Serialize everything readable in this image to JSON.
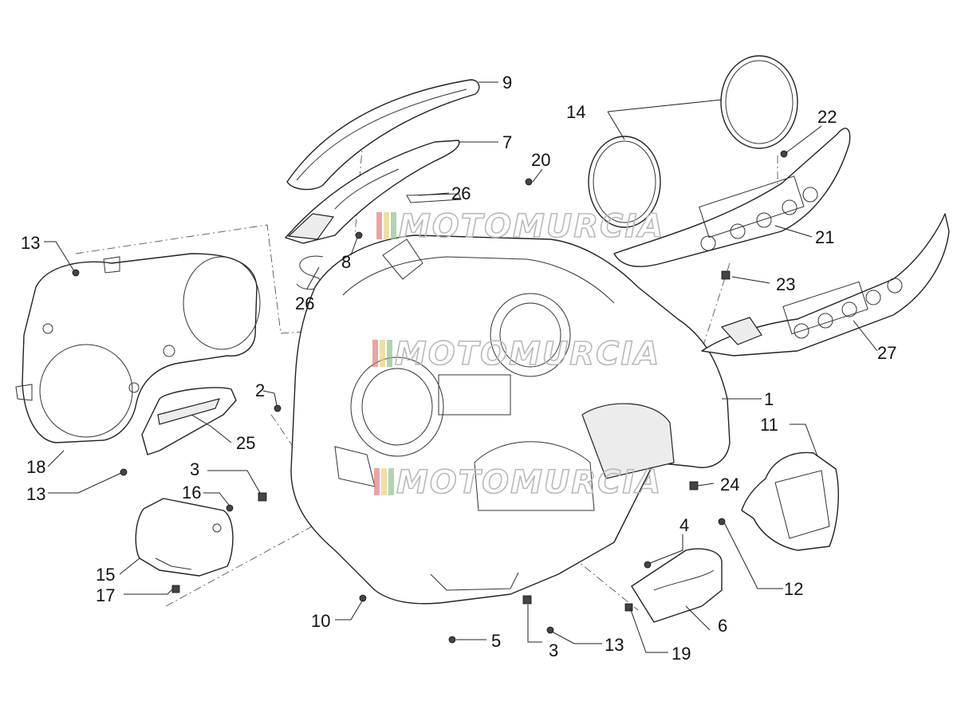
{
  "watermark": {
    "text": "MOTOMURCIA"
  },
  "callouts": [
    {
      "id": "c1",
      "text": "1"
    },
    {
      "id": "c2",
      "text": "2"
    },
    {
      "id": "c3a",
      "text": "3"
    },
    {
      "id": "c3b",
      "text": "3"
    },
    {
      "id": "c4",
      "text": "4"
    },
    {
      "id": "c5",
      "text": "5"
    },
    {
      "id": "c6",
      "text": "6"
    },
    {
      "id": "c7",
      "text": "7"
    },
    {
      "id": "c8",
      "text": "8"
    },
    {
      "id": "c9",
      "text": "9"
    },
    {
      "id": "c10",
      "text": "10"
    },
    {
      "id": "c11",
      "text": "11"
    },
    {
      "id": "c12",
      "text": "12"
    },
    {
      "id": "c13a",
      "text": "13"
    },
    {
      "id": "c13b",
      "text": "13"
    },
    {
      "id": "c13c",
      "text": "13"
    },
    {
      "id": "c14",
      "text": "14"
    },
    {
      "id": "c15",
      "text": "15"
    },
    {
      "id": "c16",
      "text": "16"
    },
    {
      "id": "c17",
      "text": "17"
    },
    {
      "id": "c18",
      "text": "18"
    },
    {
      "id": "c19",
      "text": "19"
    },
    {
      "id": "c20",
      "text": "20"
    },
    {
      "id": "c21",
      "text": "21"
    },
    {
      "id": "c22",
      "text": "22"
    },
    {
      "id": "c23",
      "text": "23"
    },
    {
      "id": "c24",
      "text": "24"
    },
    {
      "id": "c25",
      "text": "25"
    },
    {
      "id": "c26a",
      "text": "26"
    },
    {
      "id": "c26b",
      "text": "26"
    },
    {
      "id": "c27",
      "text": "27"
    }
  ]
}
